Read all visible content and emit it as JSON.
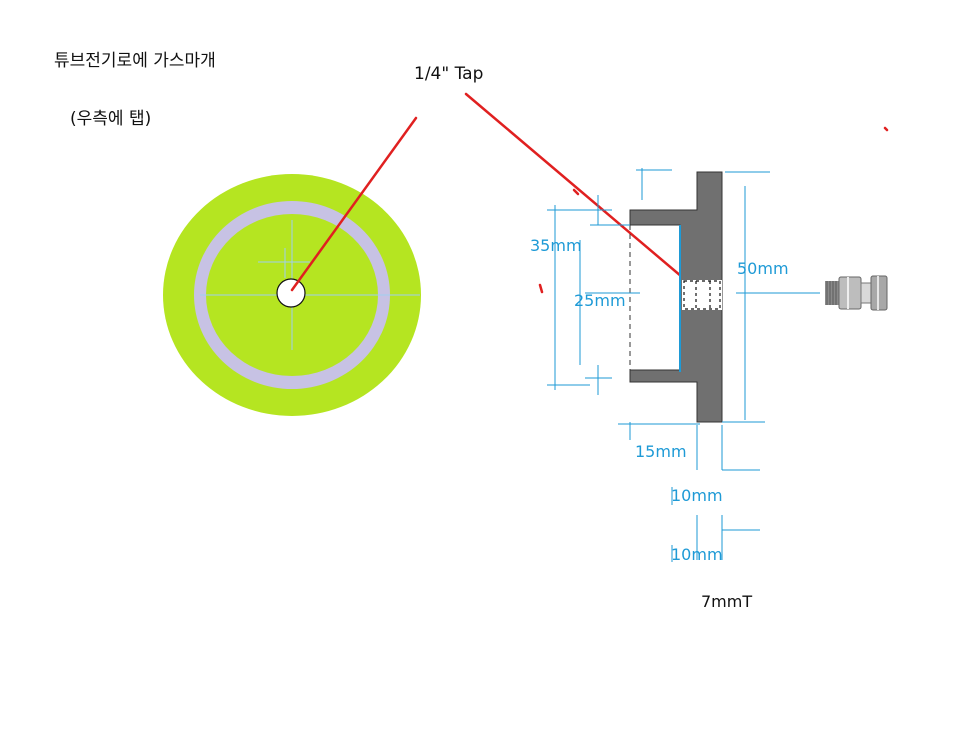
{
  "title": "튜브전기로에 가스마개",
  "subtitle": "(우측에 탭)",
  "tap_label": "1/4\" Tap",
  "dimensions": {
    "outer_height": "50mm",
    "inner_height": "35mm",
    "bore": "25mm",
    "width": "15mm",
    "step_1": "10mm",
    "step_2": "10mm",
    "thickness": "7mmT"
  },
  "colors": {
    "cap_face": "#b5e521",
    "ring": "#c7c2e4",
    "section_fill": "#707070",
    "dimension": "#1e9ad6",
    "leader": "#e02020"
  }
}
